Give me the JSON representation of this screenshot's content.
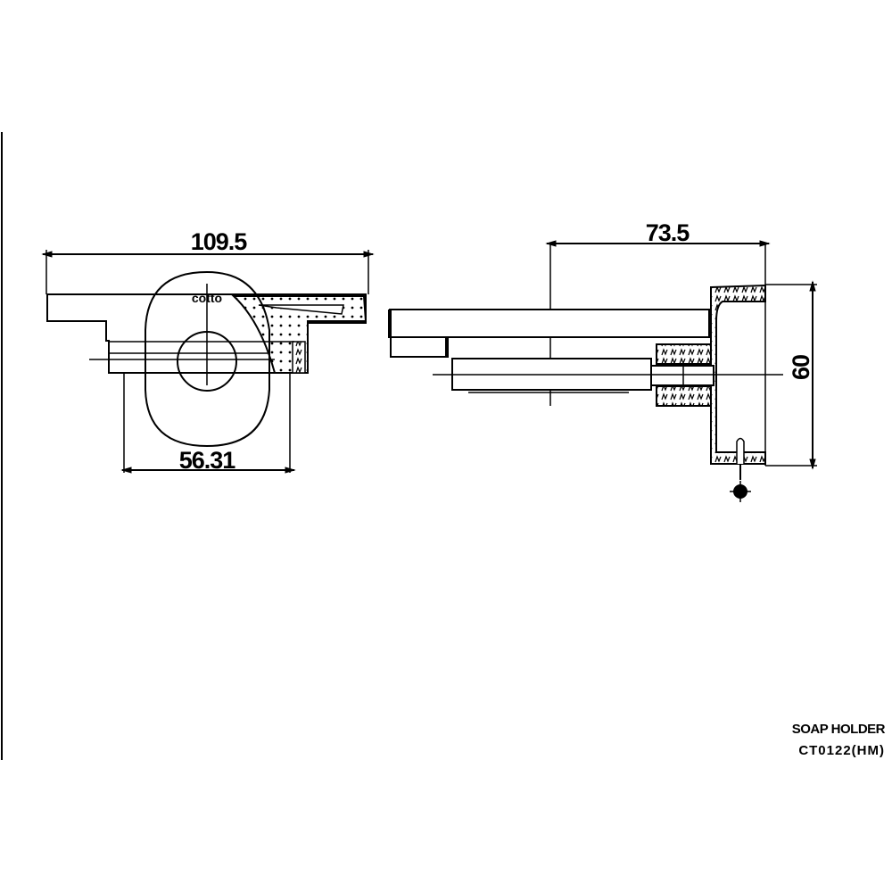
{
  "front_view": {
    "width_dim": "109.5",
    "base_dim": "56.31",
    "logo": "cotto"
  },
  "side_view": {
    "depth_dim": "73.5",
    "height_dim": "60"
  },
  "title_block": {
    "product_name": "SOAP HOLDER",
    "model_code": "CT0122(HM)"
  }
}
